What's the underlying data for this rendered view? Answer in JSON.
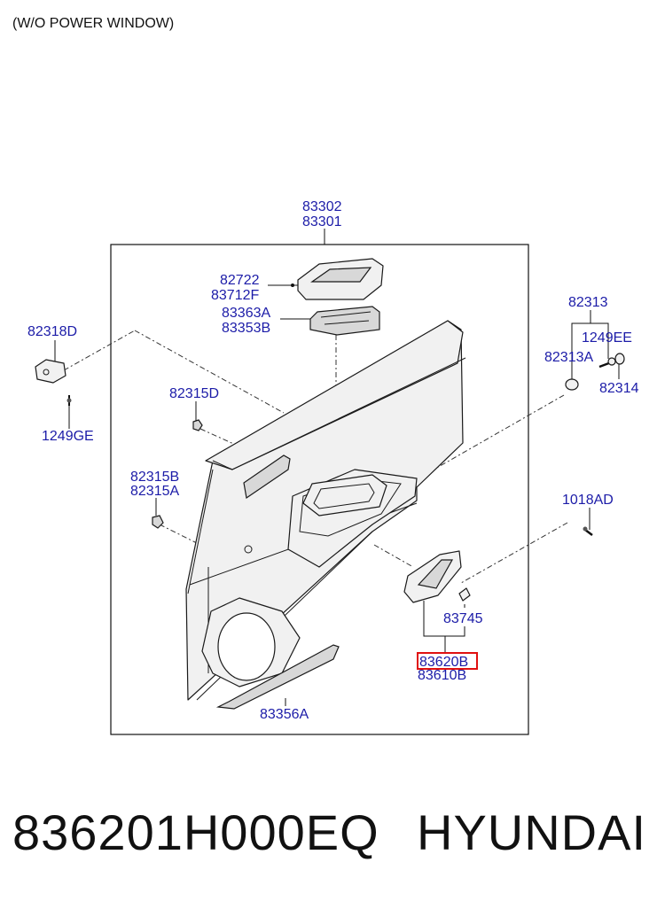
{
  "header": {
    "title": "(W/O POWER WINDOW)"
  },
  "labels": {
    "p83302": "83302",
    "p83301": "83301",
    "p82722": "82722",
    "p83712F": "83712F",
    "p83363A": "83363A",
    "p83353B": "83353B",
    "p82318D": "82318D",
    "p82313": "82313",
    "p1249EE": "1249EE",
    "p82313A": "82313A",
    "p82314": "82314",
    "p82315D": "82315D",
    "p1249GE": "1249GE",
    "p82315B": "82315B",
    "p82315A": "82315A",
    "p1018AD": "1018AD",
    "p83745": "83745",
    "p83620B": "83620B",
    "p83610B": "83610B",
    "p83356A": "83356A"
  },
  "footer": {
    "part_number": "836201H000EQ",
    "brand": "HYUNDAI"
  },
  "colors": {
    "label": "#1c1ca8",
    "highlight": "#e01010"
  }
}
